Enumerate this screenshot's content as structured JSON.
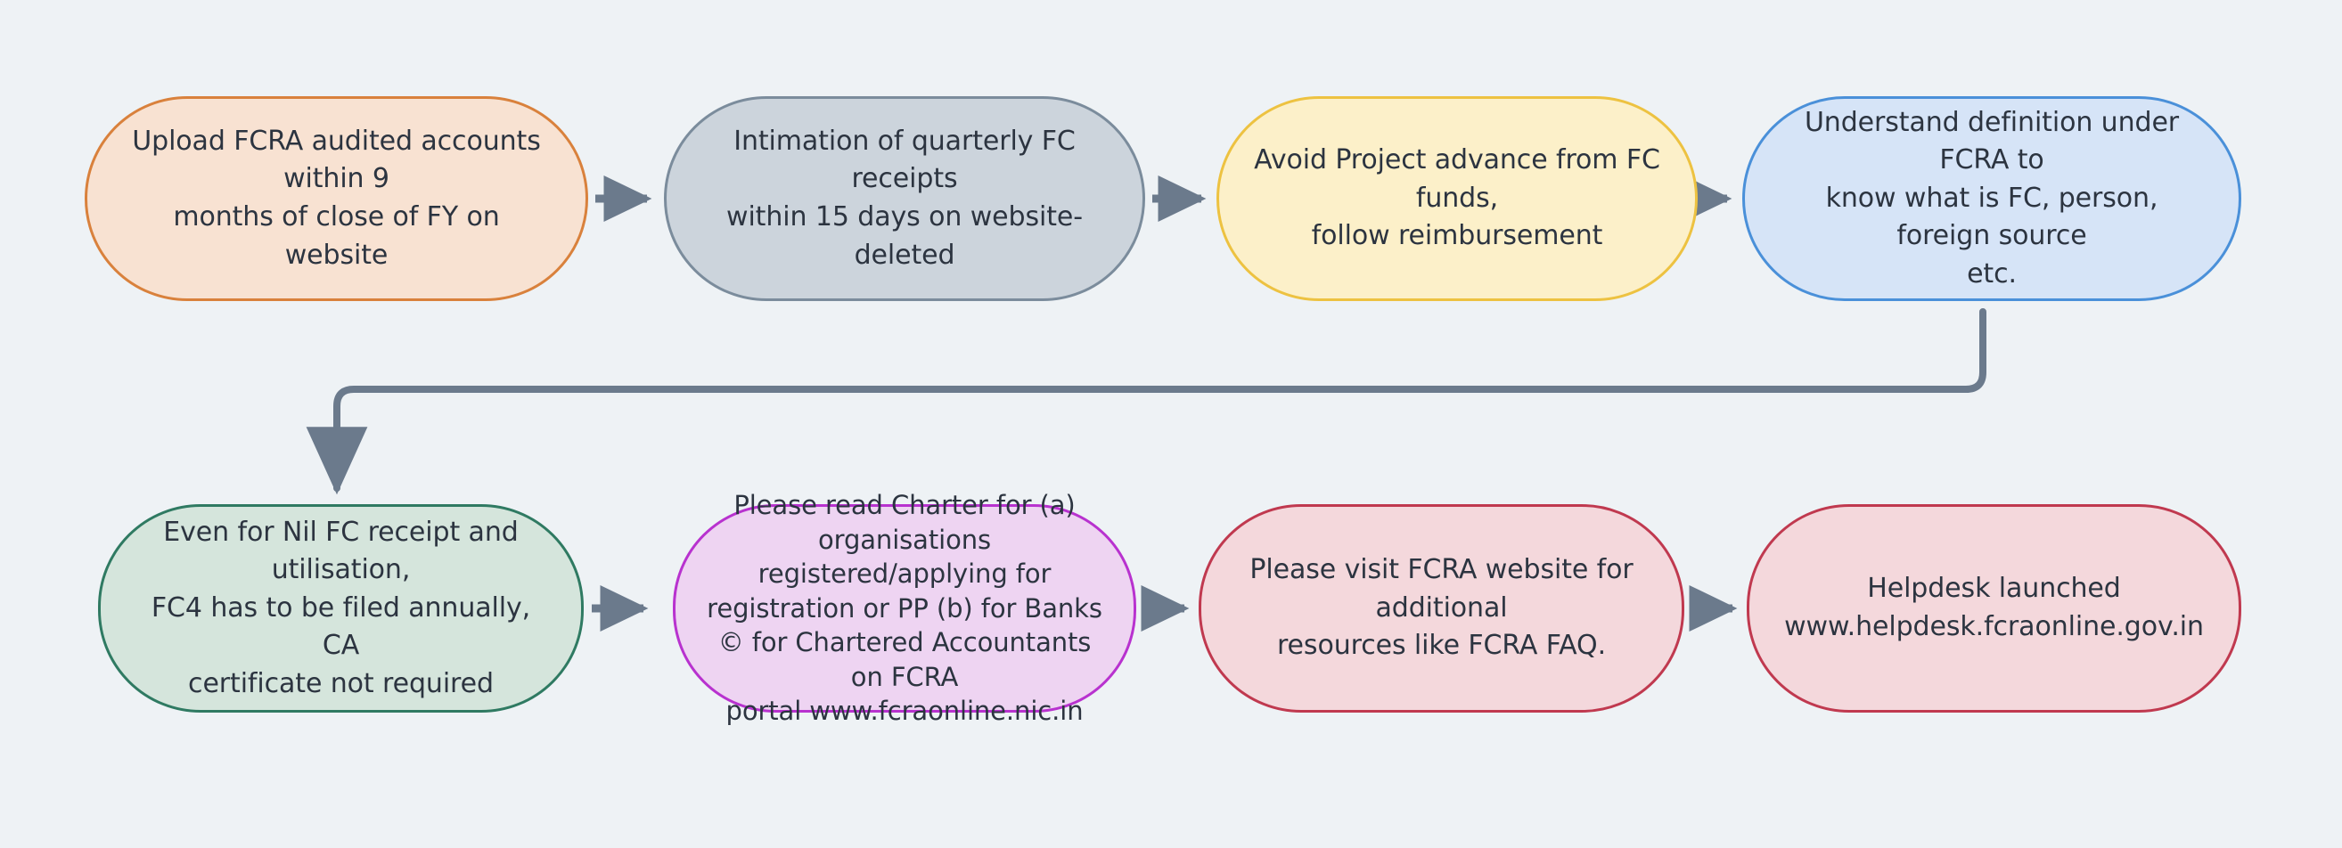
{
  "diagram": {
    "title": "FCRA compliance flowchart",
    "background_color": "#eef2f5",
    "text_color": "#2c3440",
    "connector_color": "#6b7a8c"
  },
  "nodes": [
    {
      "id": "upload-accounts",
      "text": "Upload FCRA audited accounts within 9\nmonths of close of FY on website",
      "fill": "#f8e2d2",
      "stroke": "#d9813c"
    },
    {
      "id": "quarterly-intimation",
      "text": "Intimation of quarterly FC receipts\nwithin 15 days on website-deleted",
      "fill": "#ccd4dc",
      "stroke": "#7b8c9c"
    },
    {
      "id": "avoid-advance",
      "text": "Avoid Project advance from FC funds,\nfollow reimbursement",
      "fill": "#fcf0c9",
      "stroke": "#edc241"
    },
    {
      "id": "understand-definition",
      "text": "Understand definition under FCRA to\nknow what is FC, person, foreign source\netc.",
      "fill": "#d6e4f7",
      "stroke": "#4a90d9"
    },
    {
      "id": "nil-fc-receipt",
      "text": "Even for Nil FC receipt and utilisation,\nFC4 has to be filed annually, CA\ncertificate not required",
      "fill": "#d5e5dc",
      "stroke": "#2f7a62"
    },
    {
      "id": "read-charter",
      "text": "Please read Charter for (a)\norganisations registered/applying for\nregistration or PP (b) for Banks\n© for Chartered Accountants on FCRA\nportal www.fcraonline.nic.in",
      "fill": "#eed4f2",
      "stroke": "#b832cf"
    },
    {
      "id": "visit-website",
      "text": "Please visit FCRA website for additional\nresources like FCRA FAQ.",
      "fill": "#f4d8dc",
      "stroke": "#c0394f"
    },
    {
      "id": "helpdesk",
      "text": "Helpdesk launched\nwww.helpdesk.fcraonline.gov.in",
      "fill": "#f4d8dc",
      "stroke": "#c0394f"
    }
  ],
  "connectors": [
    {
      "id": "upload-to-quarterly",
      "from": "upload-accounts",
      "to": "quarterly-intimation",
      "kind": "arrow-right"
    },
    {
      "id": "quarterly-to-avoid",
      "from": "quarterly-intimation",
      "to": "avoid-advance",
      "kind": "arrow-right"
    },
    {
      "id": "avoid-to-understand",
      "from": "avoid-advance",
      "to": "understand-definition",
      "kind": "arrow-right"
    },
    {
      "id": "understand-to-nil",
      "from": "understand-definition",
      "to": "nil-fc-receipt",
      "kind": "wrap-down-left"
    },
    {
      "id": "nil-to-charter",
      "from": "nil-fc-receipt",
      "to": "read-charter",
      "kind": "arrow-right"
    },
    {
      "id": "charter-to-visit",
      "from": "read-charter",
      "to": "visit-website",
      "kind": "arrow-right"
    },
    {
      "id": "visit-to-helpdesk",
      "from": "visit-website",
      "to": "helpdesk",
      "kind": "arrow-right"
    }
  ]
}
